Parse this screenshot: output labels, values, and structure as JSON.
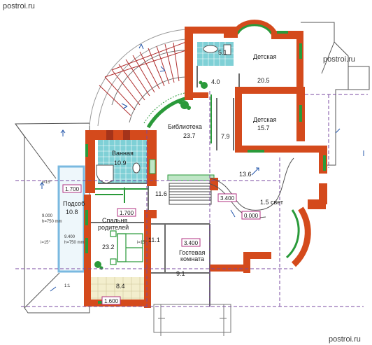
{
  "watermarks": {
    "top": "postroi.ru",
    "right": "postroi.ru",
    "bottom": "postroi.ru"
  },
  "rooms": {
    "vannaya": {
      "name": "Ванная",
      "area": "10.9"
    },
    "bath_top": {
      "area": "5.1"
    },
    "hall_small": {
      "area": "4.0"
    },
    "detskaya1": {
      "name": "Детская",
      "area": "20.5"
    },
    "detskaya2": {
      "name": "Детская",
      "area": "15.7"
    },
    "biblioteka": {
      "name": "Библиотека",
      "area": "23.7"
    },
    "corridor": {
      "area": "7.9"
    },
    "hall": {
      "area": "13.6"
    },
    "svet": {
      "label": "1.5 свет"
    },
    "stairs": {
      "area": "11.6"
    },
    "podsob": {
      "name": "Подсоб",
      "area": "10.8"
    },
    "spalnaya": {
      "name_line1": "Спальня",
      "name_line2": "родителей",
      "area": "23.2"
    },
    "gardero": {
      "area": "11.1"
    },
    "gostevaya": {
      "name_line1": "Гостевая",
      "name_line2": "комната",
      "area": "9.1"
    },
    "balcony": {
      "area": "8.4"
    }
  },
  "levels": {
    "l1": "1.700",
    "l2": "1.700",
    "l3": "3.400",
    "l4": "3.400",
    "l5": "0.000",
    "l6": "1.600"
  },
  "notes": {
    "roof_left1": "i=15°",
    "roof_left2": "i=15°",
    "roof_mid": "i=15°",
    "dim1": "9.000",
    "dim2": "h=750 mm",
    "dim3": "9.400",
    "dim4": "h=750 mm",
    "slope": "1:1"
  }
}
